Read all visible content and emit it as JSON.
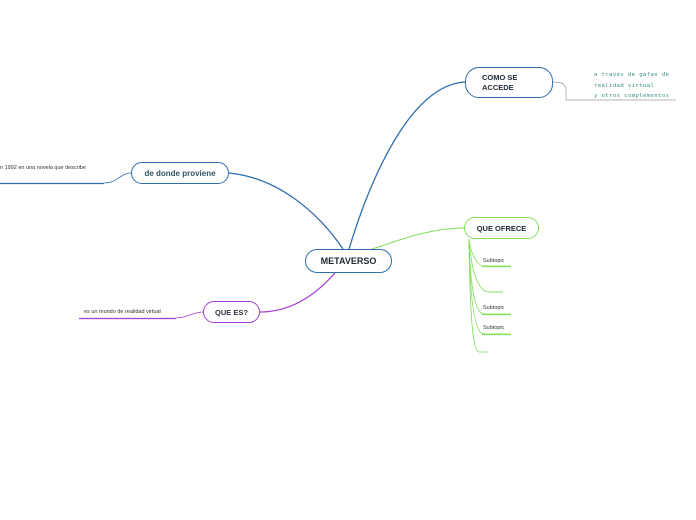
{
  "map": {
    "center": "METAVERSO",
    "como_se_accede": {
      "label_line1": "COMO SE",
      "label_line2": "ACCEDE",
      "note": "a través de gafas de\nrealidad virtual\ny otros complementos"
    },
    "de_donde_proviene": {
      "label": "de donde proviene",
      "detail": "n 1992 en una novela que describe"
    },
    "que_ofrece": {
      "label": "QUE OFRECE",
      "subtopics": [
        "Subtopic",
        "Subtopic",
        "Subtopic"
      ]
    },
    "que_es": {
      "label": "QUE ES?",
      "detail": "es un mundo de realidad virtual"
    }
  },
  "colors": {
    "blue": "#2f6db0",
    "green": "#7fe05a",
    "purple": "#a53fd0",
    "note_teal": "#3a8f8a"
  }
}
